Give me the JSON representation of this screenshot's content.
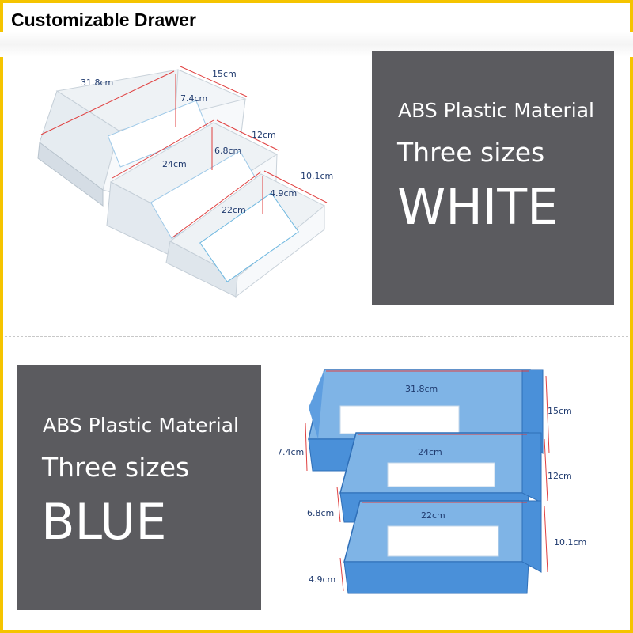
{
  "header": {
    "title": "Customizable Drawer"
  },
  "white_panel": {
    "material": "ABS Plastic Material",
    "sizes": "Three sizes",
    "color_name": "WHITE"
  },
  "blue_panel": {
    "material": "ABS Plastic Material",
    "sizes": "Three sizes",
    "color_name": "BLUE"
  },
  "white_dimensions": {
    "large_length": "31.8cm",
    "large_width": "15cm",
    "large_height": "7.4cm",
    "medium_length": "24cm",
    "medium_width": "12cm",
    "medium_height": "6.8cm",
    "small_length": "22cm",
    "small_width": "10.1cm",
    "small_height": "4.9cm"
  },
  "blue_dimensions": {
    "large_length": "31.8cm",
    "large_width": "15cm",
    "large_height": "7.4cm",
    "medium_length": "24cm",
    "medium_width": "12cm",
    "medium_height": "6.8cm",
    "small_length": "22cm",
    "small_width": "10.1cm",
    "small_height": "4.9cm"
  },
  "colors": {
    "border": "#f5c400",
    "panel": "#5b5b5f",
    "dimension_line": "#e04040",
    "label_text": "#1f3a6e",
    "blue_bin": "#4a90d9",
    "blue_bin_dark": "#2f6fb8",
    "clear_bin": "#dde4ea"
  }
}
